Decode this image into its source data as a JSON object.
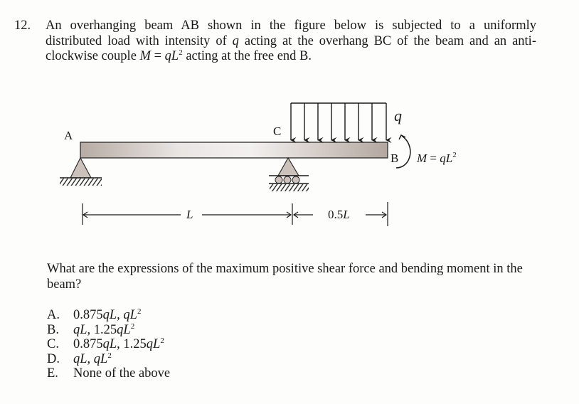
{
  "question": {
    "number": "12.",
    "stem_lines": [
      "An overhanging beam AB shown in the figure below is subjected to a uniformly",
      "distributed load with intensity of q acting at the overhang BC of the beam and an anti-",
      "clockwise couple M = qL² acting at the free end B."
    ],
    "stem_parts": {
      "line1": "An overhanging beam AB shown in the figure below is subjected to a uniformly",
      "line2_a": "distributed load with intensity of ",
      "line2_var": "q",
      "line2_b": " acting at the overhang BC of the beam and an anti-",
      "line3_a": "clockwise couple ",
      "line3_M": "M",
      "line3_eq": " = ",
      "line3_q": "qL",
      "line3_exp": "2",
      "line3_b": " acting at the free end B."
    },
    "prompt": "What are the expressions of the maximum positive shear force and bending moment in the beam?"
  },
  "figure": {
    "labels": {
      "point_a": "A",
      "point_c": "C",
      "point_b": "B",
      "load": "q",
      "moment_M": "M",
      "moment_eq": " = ",
      "moment_q": "qL",
      "moment_exp": "2",
      "span_1": "L",
      "span_2_num": "0.5",
      "span_2_var": "L"
    },
    "colors": {
      "beam_dark": "#b8aca5",
      "beam_light": "#efeceb",
      "support": "#c9bcb6",
      "line": "#1a1a1a"
    }
  },
  "options": [
    {
      "letter": "A.",
      "text_a": "0.875",
      "var_a": "qL",
      "sep": ", ",
      "text_b": "",
      "var_b": "qL",
      "exp": "2"
    },
    {
      "letter": "B.",
      "text_a": "",
      "var_a": "qL",
      "sep": ", 1.25",
      "text_b": "",
      "var_b": "qL",
      "exp": "2"
    },
    {
      "letter": "C.",
      "text_a": "0.875",
      "var_a": "qL",
      "sep": ", 1.25",
      "text_b": "",
      "var_b": "qL",
      "exp": "2"
    },
    {
      "letter": "D.",
      "text_a": "",
      "var_a": "qL",
      "sep": ", ",
      "text_b": "",
      "var_b": "qL",
      "exp": "2"
    },
    {
      "letter": "E.",
      "plain": "None of the above"
    }
  ]
}
